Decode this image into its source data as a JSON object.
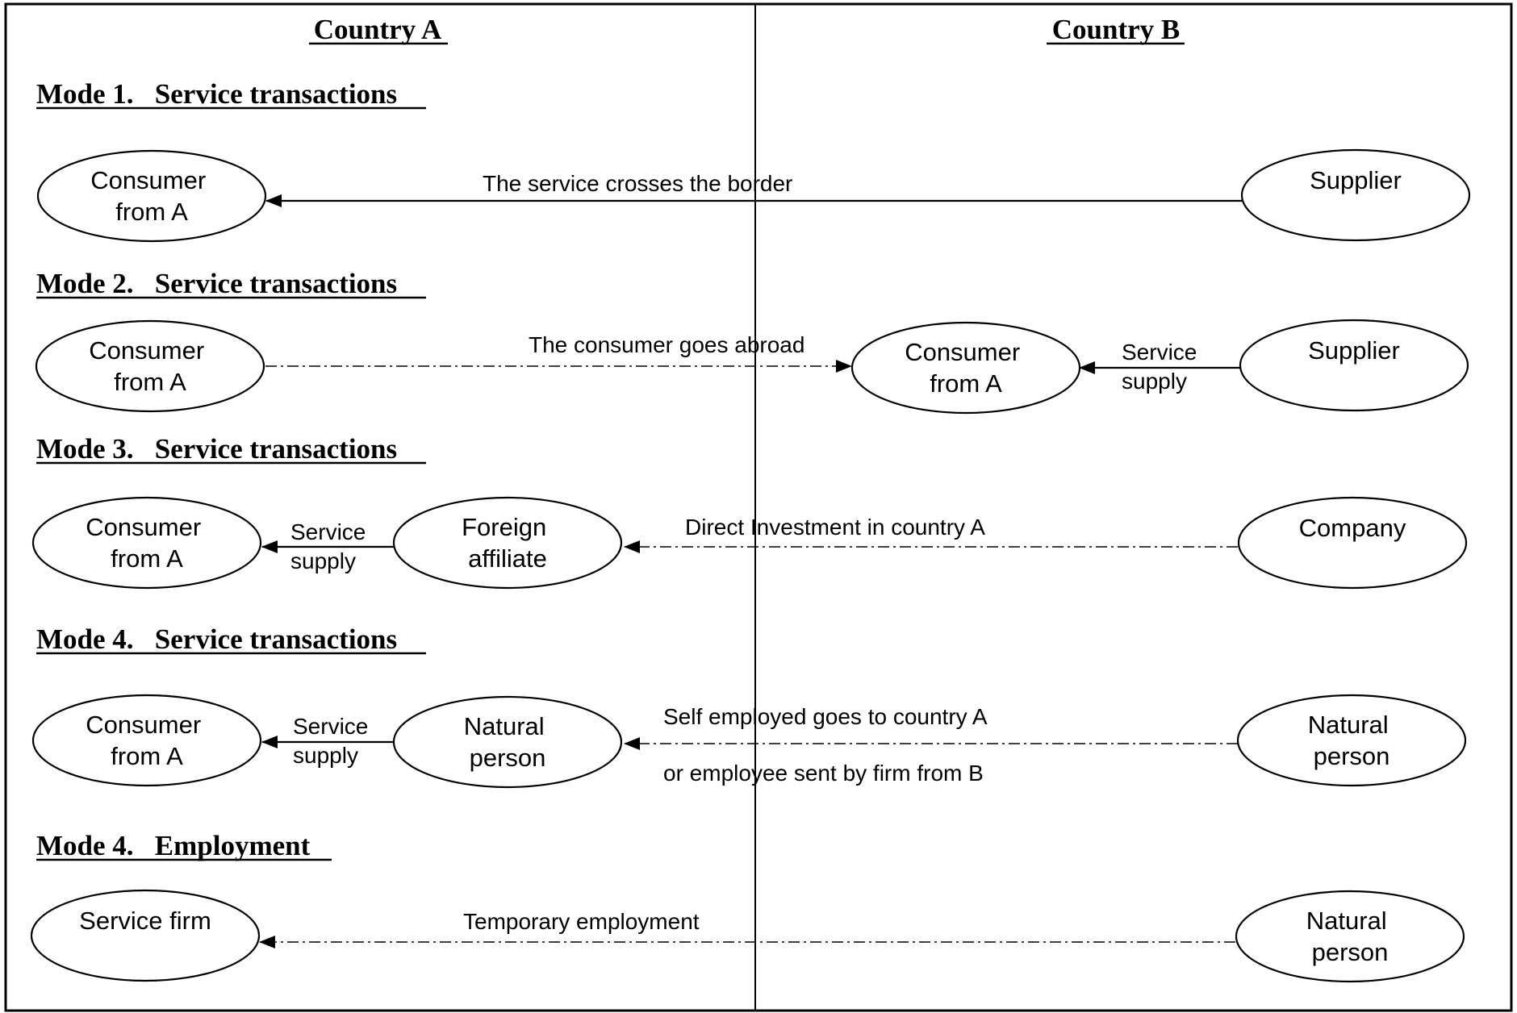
{
  "countries": {
    "a": "Country A",
    "b": "Country B"
  },
  "modes": [
    {
      "title": "Mode 1.   Service transactions",
      "nodes": [
        {
          "lines": [
            "Consumer",
            "from A"
          ]
        },
        {
          "lines": [
            "Supplier"
          ]
        }
      ],
      "edges": [
        {
          "label": "The service crosses the border",
          "style": "solid"
        }
      ]
    },
    {
      "title": "Mode 2.   Service transactions",
      "nodes": [
        {
          "lines": [
            "Consumer",
            "from A"
          ]
        },
        {
          "lines": [
            "Consumer",
            "from A"
          ]
        },
        {
          "lines": [
            "Supplier"
          ]
        }
      ],
      "edges": [
        {
          "label": "The consumer goes abroad",
          "style": "dash-dot"
        },
        {
          "label_lines": [
            "Service",
            "supply"
          ],
          "style": "solid"
        }
      ]
    },
    {
      "title": "Mode 3.   Service transactions",
      "nodes": [
        {
          "lines": [
            "Consumer",
            "from A"
          ]
        },
        {
          "lines": [
            "Foreign",
            "affiliate"
          ]
        },
        {
          "lines": [
            "Company"
          ]
        }
      ],
      "edges": [
        {
          "label_lines": [
            "Service",
            "supply"
          ],
          "style": "solid"
        },
        {
          "label": "Direct Investment in country A",
          "style": "dash-dot"
        }
      ]
    },
    {
      "title": "Mode 4.   Service transactions",
      "nodes": [
        {
          "lines": [
            "Consumer",
            "from A"
          ]
        },
        {
          "lines": [
            "Natural",
            "person"
          ]
        },
        {
          "lines": [
            "Natural",
            "person"
          ]
        }
      ],
      "edges": [
        {
          "label_lines": [
            "Service",
            "supply"
          ],
          "style": "solid"
        },
        {
          "label_lines": [
            "Self employed goes to country A",
            "or employee sent by firm from B"
          ],
          "style": "dash-dot"
        }
      ]
    },
    {
      "title": "Mode 4.   Employment",
      "nodes": [
        {
          "lines": [
            "Service firm"
          ]
        },
        {
          "lines": [
            "Natural",
            "person"
          ]
        }
      ],
      "edges": [
        {
          "label": "Temporary employment",
          "style": "dash-dot"
        }
      ]
    }
  ]
}
